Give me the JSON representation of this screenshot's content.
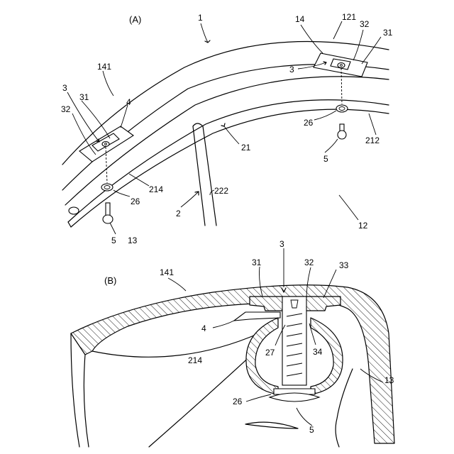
{
  "figure": {
    "panel_a_title": "(A)",
    "panel_b_title": "(B)"
  },
  "labels_a": {
    "l1": "1",
    "l121": "121",
    "l14": "14",
    "l32_right": "32",
    "l31_right": "31",
    "l3_right": "3",
    "l141": "141",
    "l3_left": "3",
    "l31_left": "31",
    "l32_left": "32",
    "l4": "4",
    "l26_right": "26",
    "l212": "212",
    "l5_right": "5",
    "l21": "21",
    "l214": "214",
    "l222": "222",
    "l26_left": "26",
    "l2": "2",
    "l12": "12",
    "l5_left": "5",
    "l13": "13"
  },
  "labels_b": {
    "l3": "3",
    "l141": "141",
    "l31": "31",
    "l32": "32",
    "l33": "33",
    "l4": "4",
    "l27": "27",
    "l34": "34",
    "l214": "214",
    "l13": "13",
    "l26": "26",
    "l5": "5"
  }
}
